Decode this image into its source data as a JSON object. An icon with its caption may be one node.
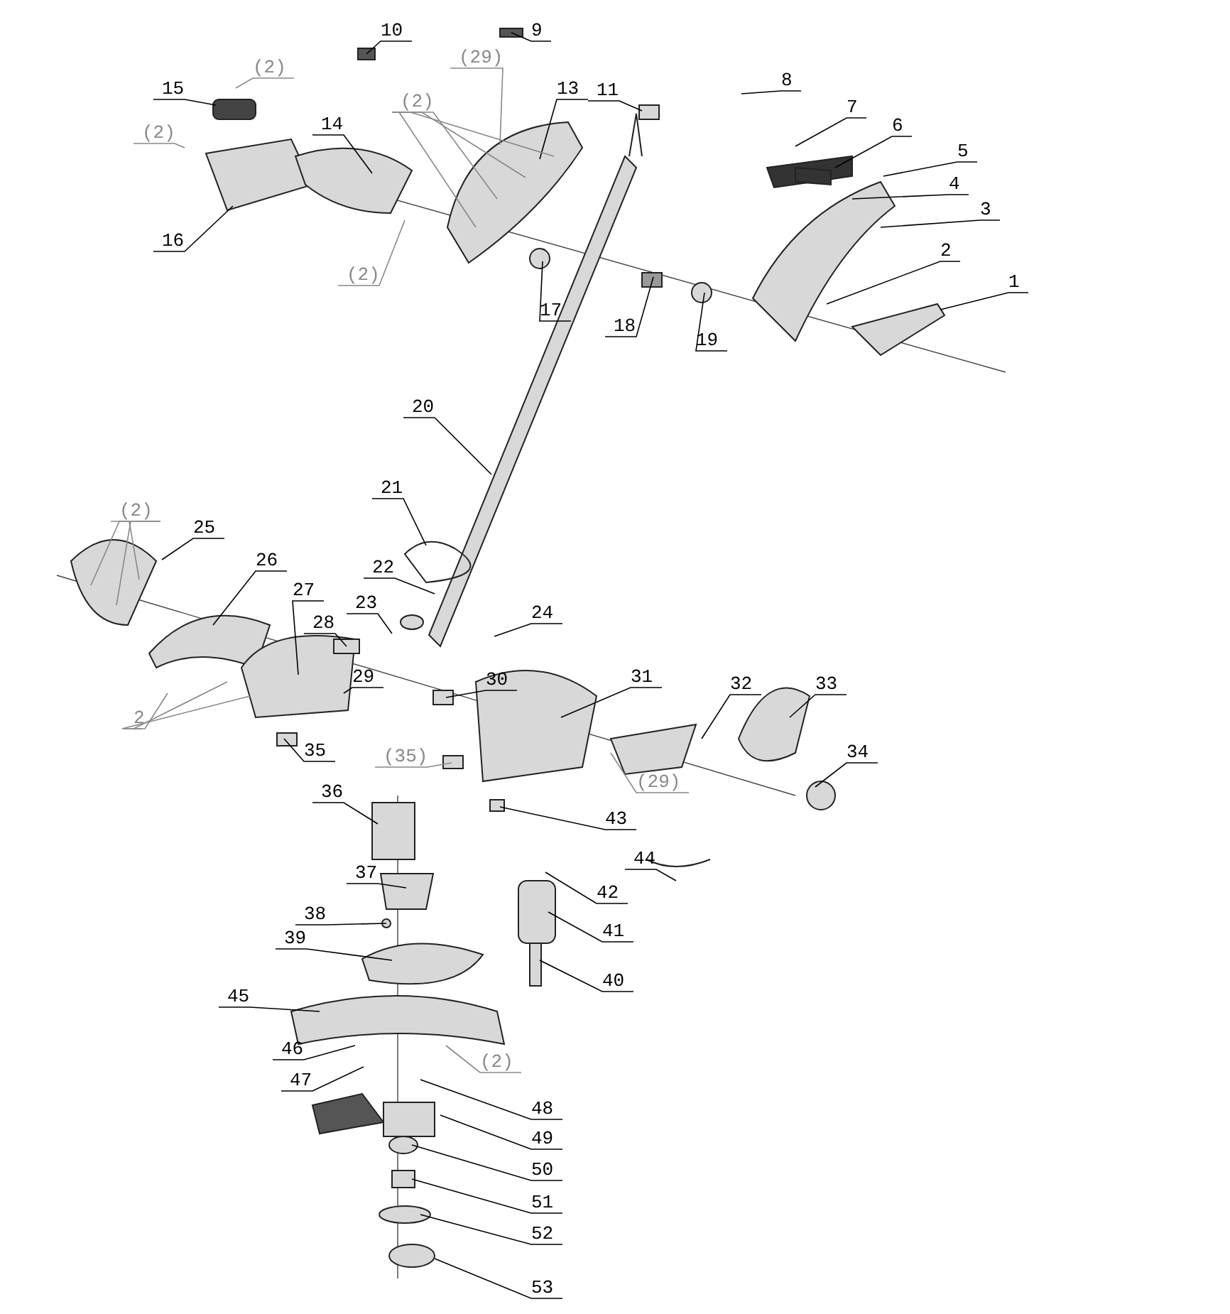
{
  "diagram": {
    "nodes": [
      {
        "text": [
          "10"
        ]
      },
      {
        "text": [
          "9"
        ]
      },
      {
        "text": [
          "(2)"
        ]
      },
      {
        "text": [
          "(29)"
        ]
      },
      {
        "text": [
          "15"
        ]
      },
      {
        "text": [
          "13"
        ]
      },
      {
        "text": [
          "8"
        ]
      },
      {
        "text": [
          "11"
        ]
      },
      {
        "text": [
          "(2)"
        ]
      },
      {
        "text": [
          "7"
        ]
      },
      {
        "text": [
          "14"
        ]
      },
      {
        "text": [
          "6"
        ]
      },
      {
        "text": [
          "(2)"
        ]
      },
      {
        "text": [
          "5"
        ]
      },
      {
        "text": [
          "4"
        ]
      },
      {
        "text": [
          "3"
        ]
      },
      {
        "text": [
          "16"
        ]
      },
      {
        "text": [
          "(2)"
        ]
      },
      {
        "text": [
          "2"
        ]
      },
      {
        "text": [
          "1"
        ]
      },
      {
        "text": [
          "17"
        ]
      },
      {
        "text": [
          "18"
        ]
      },
      {
        "text": [
          "19"
        ]
      },
      {
        "text": [
          "20"
        ]
      },
      {
        "text": [
          "21"
        ]
      },
      {
        "text": [
          "(2)"
        ]
      },
      {
        "text": [
          "25"
        ]
      },
      {
        "text": [
          "26"
        ]
      },
      {
        "text": [
          "22"
        ]
      },
      {
        "text": [
          "27"
        ]
      },
      {
        "text": [
          "28"
        ]
      },
      {
        "text": [
          "23"
        ]
      },
      {
        "text": [
          "24"
        ]
      },
      {
        "text": [
          "29"
        ]
      },
      {
        "text": [
          "30"
        ]
      },
      {
        "text": [
          "31"
        ]
      },
      {
        "text": [
          "32"
        ]
      },
      {
        "text": [
          "33"
        ]
      },
      {
        "text": [
          "2"
        ]
      },
      {
        "text": [
          "35"
        ]
      },
      {
        "text": [
          "(35)"
        ]
      },
      {
        "text": [
          "34"
        ]
      },
      {
        "text": [
          "(29)"
        ]
      },
      {
        "text": [
          "36"
        ]
      },
      {
        "text": [
          "43"
        ]
      },
      {
        "text": [
          "44"
        ]
      },
      {
        "text": [
          "37"
        ]
      },
      {
        "text": [
          "42"
        ]
      },
      {
        "text": [
          "38"
        ]
      },
      {
        "text": [
          "41"
        ]
      },
      {
        "text": [
          "39"
        ]
      },
      {
        "text": [
          "40"
        ]
      },
      {
        "text": [
          "45"
        ]
      },
      {
        "text": [
          "46"
        ]
      },
      {
        "text": [
          "(2)"
        ]
      },
      {
        "text": [
          "47"
        ]
      },
      {
        "text": [
          "48"
        ]
      },
      {
        "text": [
          "49"
        ]
      },
      {
        "text": [
          "50"
        ]
      },
      {
        "text": [
          "51"
        ]
      },
      {
        "text": [
          "52"
        ]
      },
      {
        "text": [
          "53"
        ]
      }
    ],
    "edges": [
      {
        "from": 0,
        "to": null,
        "arrow": "none"
      },
      {
        "from": 1,
        "to": null,
        "arrow": "none"
      },
      {
        "from": 2,
        "to": null,
        "arrow": "none",
        "color": "#888888"
      },
      {
        "from": 3,
        "to": null,
        "arrow": "none",
        "color": "#888888"
      },
      {
        "from": 4,
        "to": null,
        "arrow": "none"
      },
      {
        "from": 5,
        "to": null,
        "arrow": "none"
      },
      {
        "from": 6,
        "to": null,
        "arrow": "none"
      },
      {
        "from": 7,
        "to": null,
        "arrow": "none"
      },
      {
        "from": 8,
        "to": null,
        "arrow": "none",
        "color": "#888888"
      },
      {
        "from": 8,
        "to": null,
        "arrow": "none",
        "color": "#888888"
      },
      {
        "from": 8,
        "to": null,
        "arrow": "none",
        "color": "#888888"
      },
      {
        "from": 8,
        "to": null,
        "arrow": "none",
        "color": "#888888"
      },
      {
        "from": 9,
        "to": null,
        "arrow": "none"
      },
      {
        "from": 10,
        "to": null,
        "arrow": "none"
      },
      {
        "from": 11,
        "to": null,
        "arrow": "none"
      },
      {
        "from": 12,
        "to": null,
        "arrow": "none",
        "color": "#888888"
      },
      {
        "from": 13,
        "to": null,
        "arrow": "none"
      },
      {
        "from": 14,
        "to": null,
        "arrow": "none"
      },
      {
        "from": 15,
        "to": null,
        "arrow": "none"
      },
      {
        "from": 16,
        "to": null,
        "arrow": "none"
      },
      {
        "from": 17,
        "to": null,
        "arrow": "none",
        "color": "#888888"
      },
      {
        "from": 18,
        "to": null,
        "arrow": "none"
      },
      {
        "from": 19,
        "to": null,
        "arrow": "none"
      },
      {
        "from": 20,
        "to": null,
        "arrow": "none"
      },
      {
        "from": 21,
        "to": null,
        "arrow": "none"
      },
      {
        "from": 22,
        "to": null,
        "arrow": "none"
      },
      {
        "from": 23,
        "to": null,
        "arrow": "none"
      },
      {
        "from": 24,
        "to": null,
        "arrow": "none"
      },
      {
        "from": 25,
        "to": null,
        "arrow": "none",
        "color": "#888888"
      },
      {
        "from": 25,
        "to": null,
        "arrow": "none",
        "color": "#888888"
      },
      {
        "from": 25,
        "to": null,
        "arrow": "none",
        "color": "#888888"
      },
      {
        "from": 26,
        "to": null,
        "arrow": "none"
      },
      {
        "from": 27,
        "to": null,
        "arrow": "none"
      },
      {
        "from": 28,
        "to": null,
        "arrow": "none"
      },
      {
        "from": 29,
        "to": null,
        "arrow": "none"
      },
      {
        "from": 30,
        "to": null,
        "arrow": "none"
      },
      {
        "from": 31,
        "to": null,
        "arrow": "none"
      },
      {
        "from": 32,
        "to": null,
        "arrow": "none"
      },
      {
        "from": 33,
        "to": null,
        "arrow": "none"
      },
      {
        "from": 34,
        "to": null,
        "arrow": "none"
      },
      {
        "from": 35,
        "to": null,
        "arrow": "none"
      },
      {
        "from": 36,
        "to": null,
        "arrow": "none"
      },
      {
        "from": 37,
        "to": null,
        "arrow": "none"
      },
      {
        "from": 38,
        "to": null,
        "arrow": "none",
        "color": "#888888"
      },
      {
        "from": 38,
        "to": null,
        "arrow": "none",
        "color": "#888888"
      },
      {
        "from": 38,
        "to": null,
        "arrow": "none",
        "color": "#888888"
      },
      {
        "from": 39,
        "to": null,
        "arrow": "none"
      },
      {
        "from": 40,
        "to": null,
        "arrow": "none",
        "color": "#888888"
      },
      {
        "from": 41,
        "to": null,
        "arrow": "none"
      },
      {
        "from": 42,
        "to": null,
        "arrow": "none",
        "color": "#888888"
      },
      {
        "from": 43,
        "to": null,
        "arrow": "none"
      },
      {
        "from": 44,
        "to": null,
        "arrow": "none"
      },
      {
        "from": 45,
        "to": null,
        "arrow": "none"
      },
      {
        "from": 46,
        "to": null,
        "arrow": "none"
      },
      {
        "from": 47,
        "to": null,
        "arrow": "none"
      },
      {
        "from": 48,
        "to": null,
        "arrow": "none"
      },
      {
        "from": 49,
        "to": null,
        "arrow": "none"
      },
      {
        "from": 50,
        "to": null,
        "arrow": "none"
      },
      {
        "from": 51,
        "to": null,
        "arrow": "none"
      },
      {
        "from": 52,
        "to": null,
        "arrow": "none"
      },
      {
        "from": 53,
        "to": null,
        "arrow": "none"
      },
      {
        "from": 54,
        "to": null,
        "arrow": "none",
        "color": "#888888"
      },
      {
        "from": 55,
        "to": null,
        "arrow": "none"
      },
      {
        "from": 56,
        "to": null,
        "arrow": "none"
      },
      {
        "from": 57,
        "to": null,
        "arrow": "none"
      },
      {
        "from": 58,
        "to": null,
        "arrow": "none"
      },
      {
        "from": 59,
        "to": null,
        "arrow": "none"
      },
      {
        "from": 60,
        "to": null,
        "arrow": "none"
      },
      {
        "from": 61,
        "to": null,
        "arrow": "none"
      }
    ]
  }
}
